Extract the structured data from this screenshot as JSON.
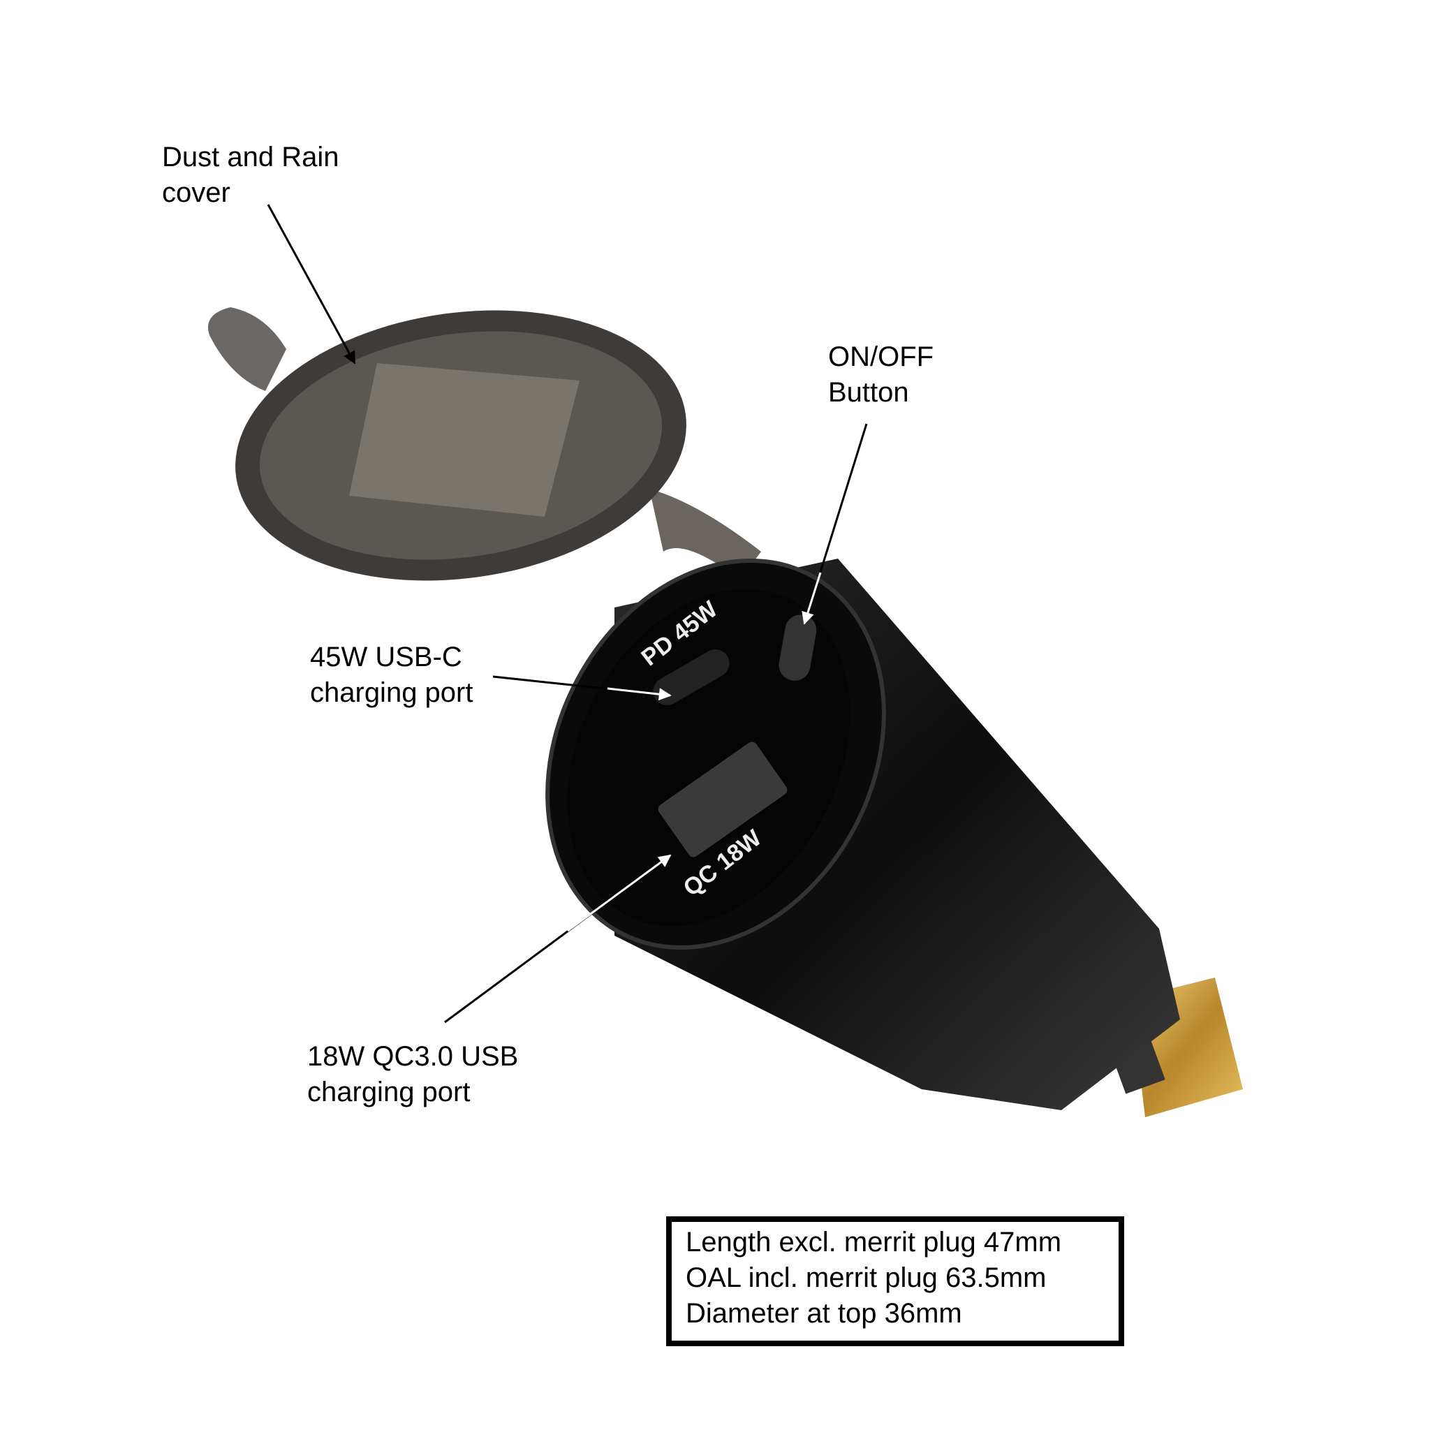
{
  "labels": {
    "cover": [
      "Dust and Rain",
      "cover"
    ],
    "button": [
      "ON/OFF",
      "Button"
    ],
    "usbc": [
      "45W USB-C",
      "charging port"
    ],
    "usba": [
      "18W QC3.0 USB",
      "charging port"
    ]
  },
  "device_markings": {
    "top": "PD 45W",
    "bottom": "QC 18W"
  },
  "specs": [
    "Length excl. merrit plug 47mm",
    "OAL incl. merrit plug 63.5mm",
    "Diameter at top 36mm"
  ],
  "colors": {
    "body": "#111111",
    "cover": "#4a4744",
    "brass": "#c99a3a"
  }
}
